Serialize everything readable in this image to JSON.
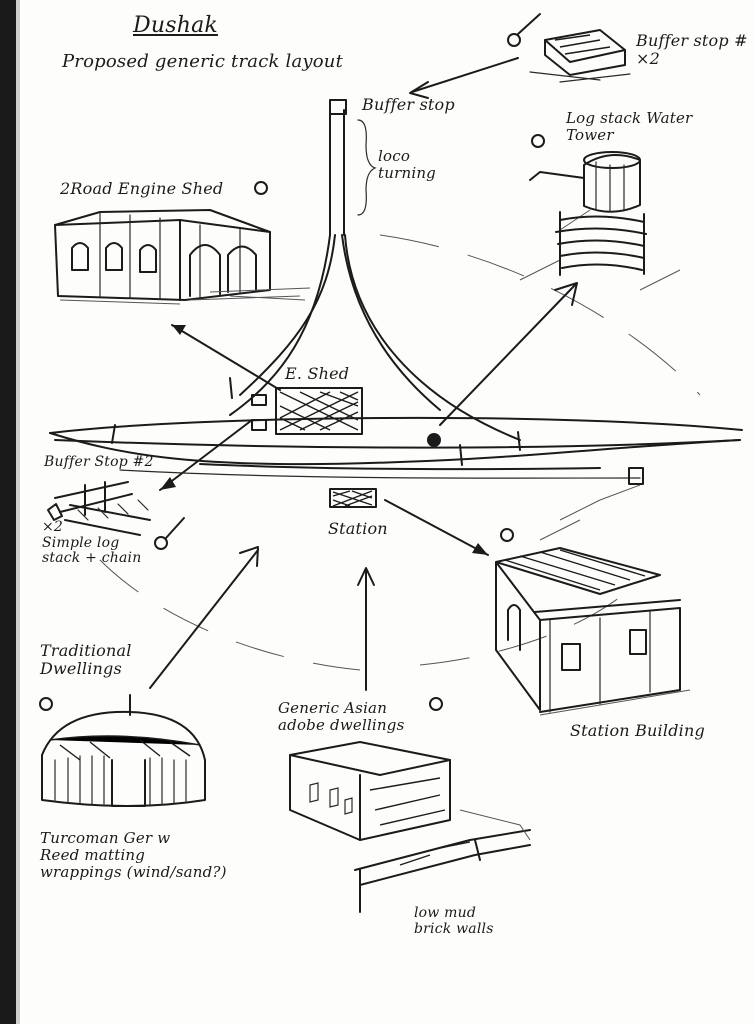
{
  "title": "Dushak",
  "subtitle": "Proposed generic track layout",
  "labels": {
    "buffer_stop_top": "Buffer stop",
    "loco_turning": "loco\nturning",
    "buffer_stop_1": "Buffer stop #\n×2",
    "water_tower": "Log stack Water\nTower",
    "engine_shed_2road": "2Road Engine Shed",
    "e_shed": "E. Shed",
    "buffer_stop_2": "Buffer Stop #2",
    "log_stack": "×2\nSimple log\nstack + chain",
    "station": "Station",
    "station_building": "Station Building",
    "traditional_dwellings": "Traditional\nDwellings",
    "adobe_dwellings": "Generic Asian\nadobe dwellings",
    "turcoman_ger": "Turcoman Ger w\nReed matting\nwrappings (wind/sand?)",
    "low_mud_walls": "low mud\nbrick walls"
  },
  "colors": {
    "ink": "#1b1b1b",
    "paper": "#fdfdfc",
    "binding": "#1a1a1a"
  }
}
